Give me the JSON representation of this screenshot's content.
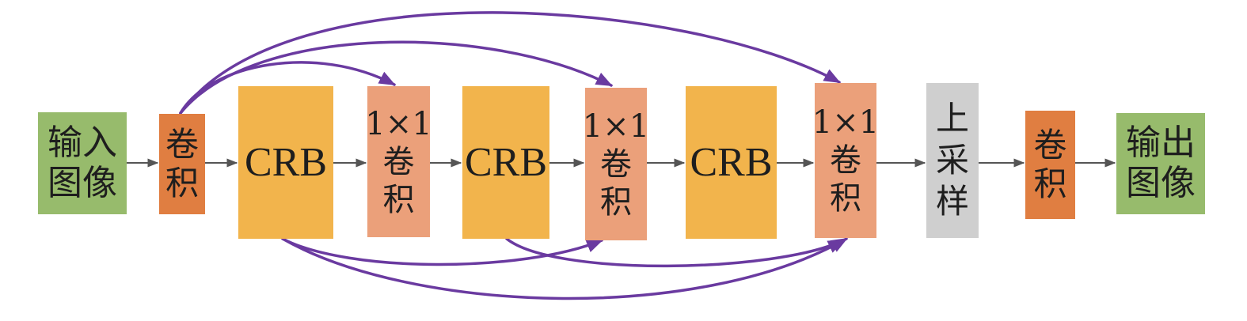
{
  "colors": {
    "io": "#97bb6c",
    "conv": "#e07e41",
    "crb": "#f2b44c",
    "conv1x1": "#eba07a",
    "upsample": "#cfcfcf",
    "skip_arrow": "#6a3aa0",
    "flow_arrow": "#555555"
  },
  "nodes": {
    "input": "输入\n图像",
    "conv_in": "卷\n积",
    "crb1": "CRB",
    "conv1x1_1": "1×1\n卷\n积",
    "crb2": "CRB",
    "conv1x1_2": "1×1\n卷\n积",
    "crb3": "CRB",
    "conv1x1_3": "1×1\n卷\n积",
    "upsample": "上\n采\n样",
    "conv_out": "卷\n积",
    "output": "输出\n图像"
  }
}
